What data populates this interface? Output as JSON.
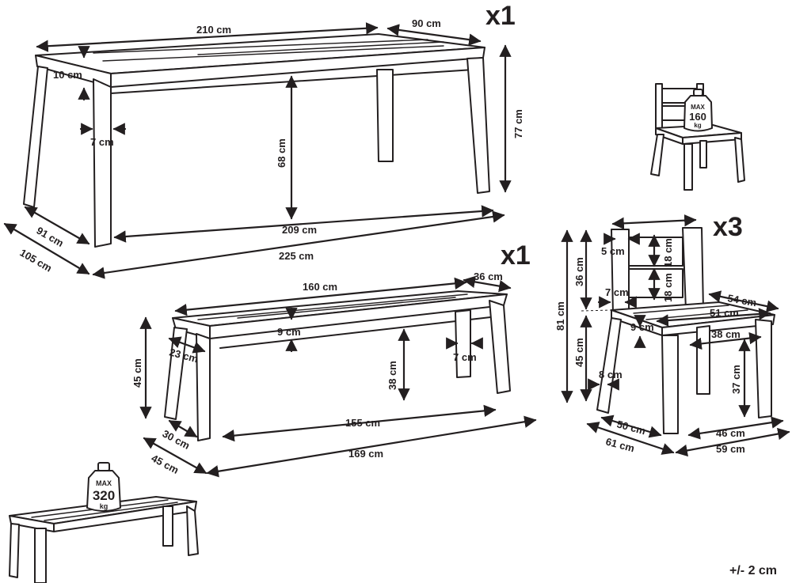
{
  "table": {
    "quantity": "x1",
    "dims": {
      "length_top": "210 cm",
      "width_top": "90 cm",
      "top_thickness": "10 cm",
      "leg_width": "7 cm",
      "clearance": "68 cm",
      "height": "77 cm",
      "inner_length": "209 cm",
      "depth": "91 cm",
      "outer_depth": "105 cm",
      "outer_length": "225 cm"
    }
  },
  "bench": {
    "quantity": "x1",
    "dims": {
      "length_top": "160 cm",
      "width_top": "36 cm",
      "top_thickness": "9 cm",
      "leg_inset": "23 cm",
      "leg_width": "7 cm",
      "clearance": "38 cm",
      "height": "45 cm",
      "inner_length": "155 cm",
      "depth": "30 cm",
      "outer_depth": "45 cm",
      "outer_length": "169 cm"
    },
    "max_load": {
      "label": "MAX",
      "value": "320",
      "unit": "kg"
    }
  },
  "chair": {
    "quantity": "x3",
    "dims": {
      "back_thickness": "5 cm",
      "back_slat_top": "18 cm",
      "back_slat_bottom": "18 cm",
      "back_height": "36 cm",
      "total_height": "81 cm",
      "post_width": "7 cm",
      "seat_thickness": "9 cm",
      "seat_height": "45 cm",
      "leg_width": "8 cm",
      "seat_depth": "54 cm",
      "seat_width": "51 cm",
      "inner_width": "38 cm",
      "clearance": "37 cm",
      "inner_depth": "50 cm",
      "inner_front": "46 cm",
      "outer_depth": "61 cm",
      "outer_width": "59 cm"
    },
    "max_load": {
      "label": "MAX",
      "value": "160",
      "unit": "kg"
    }
  },
  "tolerance": "+/- 2 cm"
}
